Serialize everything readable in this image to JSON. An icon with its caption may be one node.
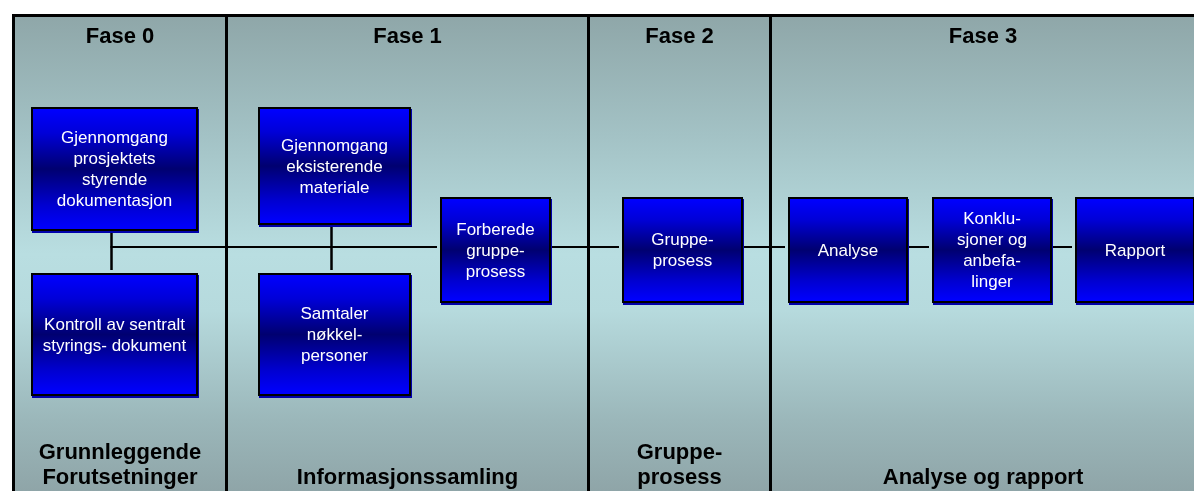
{
  "diagram": {
    "nodes": [
      {
        "text": [
          "Fase 0",
          "Grunnleggende Forutsetninger"
        ]
      },
      {
        "text": [
          "Gjennomgang prosjektets styrende dokumentasjon"
        ],
        "in": 0
      },
      {
        "text": [
          "Kontroll av sentralt styrings- dokument"
        ],
        "in": 0
      },
      {
        "text": [
          "Fase 1",
          "Informasjonssamling"
        ]
      },
      {
        "text": [
          "Gjennomgang eksisterende materiale"
        ],
        "in": 3
      },
      {
        "text": [
          "Samtaler nøkkel- personer"
        ],
        "in": 3
      },
      {
        "text": [
          "Forberede gruppe- prosess"
        ],
        "in": 3
      },
      {
        "text": [
          "Fase 2",
          "Gruppe- prosess"
        ]
      },
      {
        "text": [
          "Gruppe- prosess"
        ],
        "in": 7
      },
      {
        "text": [
          "Fase 3",
          "Analyse og rapport"
        ]
      },
      {
        "text": [
          "Analyse"
        ],
        "in": 9
      },
      {
        "text": [
          "Konklu- sjoner og anbefa- linger"
        ],
        "in": 9
      },
      {
        "text": [
          "Rapport"
        ],
        "in": 9
      }
    ],
    "edges": [
      {
        "from": 1,
        "to": 2,
        "arrow": "none"
      },
      {
        "from": 1,
        "to": 6,
        "arrow": "none"
      },
      {
        "from": 2,
        "to": 6,
        "arrow": "none"
      },
      {
        "from": 4,
        "to": 5,
        "arrow": "none"
      },
      {
        "from": 4,
        "to": 6,
        "arrow": "none"
      },
      {
        "from": 5,
        "to": 6,
        "arrow": "none"
      },
      {
        "from": 6,
        "to": 8,
        "arrow": "none"
      },
      {
        "from": 8,
        "to": 10,
        "arrow": "none"
      },
      {
        "from": 10,
        "to": 11,
        "arrow": "none"
      },
      {
        "from": 11,
        "to": 12,
        "arrow": "none"
      }
    ]
  }
}
